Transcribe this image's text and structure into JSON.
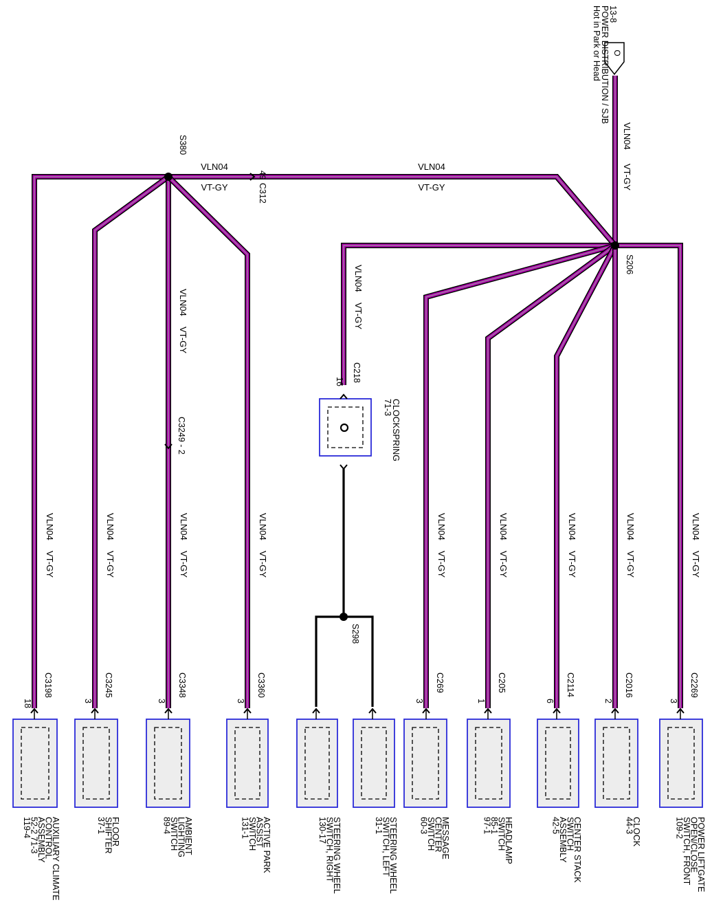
{
  "power_source": {
    "page_ref": "13-8",
    "line1": "POWER DISTRIBUTION / SJB",
    "line2": "Hot in Park or Head",
    "connector_letter": "O"
  },
  "main_feed": {
    "circuit": "VLN04",
    "color": "VT-GY"
  },
  "splices": {
    "s380": "S380",
    "s206": "S206",
    "s298": "S298"
  },
  "inline_c312": {
    "name": "C312",
    "pin": "49"
  },
  "inline_c3249": {
    "name": "C3249 - 2"
  },
  "clockspring": {
    "name": "CLOCKSPRING",
    "ref": "71-3",
    "connector": "C218",
    "pin": "16"
  },
  "wire_colors": {
    "violet": "#b000b0",
    "gray": "#9a9a9a",
    "box_border": "#2a2ad8",
    "box_fill": "#ededed"
  },
  "components": [
    {
      "name_lines": [
        "AUXILIARY CLIMATE",
        "CONTROL",
        "ASSEMBLY",
        "52-2       71-3",
        "119-4"
      ],
      "connector": "C3198",
      "pin": "18",
      "circuit": "VLN04",
      "color": "VT-GY"
    },
    {
      "name_lines": [
        "FLOOR",
        "SHIFTER",
        "37-1"
      ],
      "connector": "C3245",
      "pin": "3",
      "circuit": "VLN04",
      "color": "VT-GY"
    },
    {
      "name_lines": [
        "AMBIENT",
        "LIGHTING",
        "SWITCH",
        "89-4"
      ],
      "connector": "C3348",
      "pin": "3",
      "circuit": "VLN04",
      "color": "VT-GY"
    },
    {
      "name_lines": [
        "ACTIVE PARK",
        "ASSIST",
        "SWITCH",
        "131-1"
      ],
      "connector": "C3360",
      "pin": "3",
      "circuit": "VLN04",
      "color": "VT-GY"
    },
    {
      "name_lines": [
        "STEERING WHEEL",
        "SWITCH, RIGHT",
        "130-17"
      ],
      "connector": "",
      "pin": "",
      "circuit": "",
      "color": ""
    },
    {
      "name_lines": [
        "STEERING WHEEL",
        "SWITCH, LEFT",
        "31-1"
      ],
      "connector": "",
      "pin": "",
      "circuit": "",
      "color": ""
    },
    {
      "name_lines": [
        "MESSAGE",
        "CENTER",
        "SWITCH",
        "60-3"
      ],
      "connector": "C269",
      "pin": "3",
      "circuit": "VLN04",
      "color": "VT-GY"
    },
    {
      "name_lines": [
        "HEADLAMP",
        "SWITCH",
        "85-1",
        "97-1"
      ],
      "connector": "C205",
      "pin": "1",
      "circuit": "VLN04",
      "color": "VT-GY"
    },
    {
      "name_lines": [
        "CENTER STACK",
        "SWITCH",
        "ASSEMBLY",
        "42-5"
      ],
      "connector": "C2114",
      "pin": "6",
      "circuit": "VLN04",
      "color": "VT-GY"
    },
    {
      "name_lines": [
        "CLOCK",
        "44-3"
      ],
      "connector": "C2016",
      "pin": "2",
      "circuit": "VLN04",
      "color": "VT-GY"
    },
    {
      "name_lines": [
        "POWER LIFTGATE",
        "OPEN/CLOSE",
        "SWITCH, FRONT",
        "109-2"
      ],
      "connector": "C2269",
      "pin": "3",
      "circuit": "VLN04",
      "color": "VT-GY"
    }
  ]
}
